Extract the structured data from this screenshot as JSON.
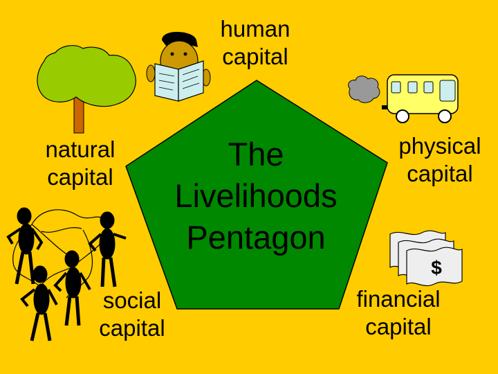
{
  "title_lines": [
    "The",
    "Livelihoods",
    "Pentagon"
  ],
  "labels": {
    "human": [
      "human",
      "capital"
    ],
    "natural": [
      "natural",
      "capital"
    ],
    "physical": [
      "physical",
      "capital"
    ],
    "social": [
      "social",
      "capital"
    ],
    "financial": [
      "financial",
      "capital"
    ]
  },
  "money_symbol": "$",
  "colors": {
    "background": "#FFCC00",
    "pentagon": "#008800",
    "tree_leaves": "#99CC00",
    "tree_trunk": "#CC6600",
    "bus": "#FFFF66",
    "book": "#CCEEEE",
    "smoke": "#999999",
    "money": "#EEEEEE"
  },
  "icons": [
    "tree-icon",
    "reading-person-icon",
    "bus-icon",
    "money-stack-icon",
    "people-network-icon"
  ]
}
